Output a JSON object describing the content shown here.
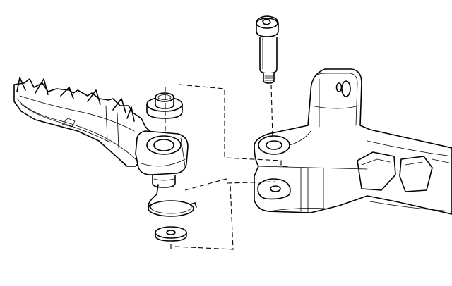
{
  "diagram": {
    "type": "exploded-assembly",
    "parts": [
      "bolt",
      "upper-washer",
      "footpeg",
      "return-spring",
      "lower-washer",
      "mounting-bracket"
    ],
    "callouts": []
  }
}
